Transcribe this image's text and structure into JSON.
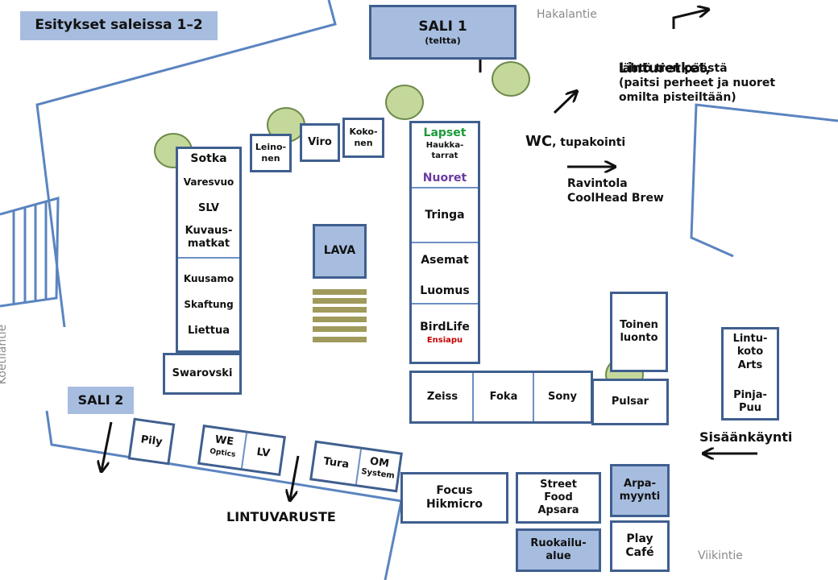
{
  "title": "Esitykset saleissa 1–2",
  "roads": {
    "hakalantie": "Hakalantie",
    "koetilantie": "Koetilantie",
    "viikintie": "Viikintie"
  },
  "halls": {
    "sali1": {
      "name": "SALI 1",
      "sub": "(teltta)"
    },
    "sali2": {
      "name": "SALI 2"
    }
  },
  "stage": "LAVA",
  "labels": {
    "linturetket_title": "Linturetket,",
    "linturetket_sub": "lähtö tien päästä\n(paitsi perheet ja nuoret\nomilta pisteiltään)",
    "wc_big": "WC",
    "wc_small": ", tupakointi",
    "ravintola": "Ravintola\nCoolHead Brew",
    "sisaankaynti": "Sisäänkäynti",
    "lintuvaruste": "LINTUVARUSTE"
  },
  "stands": {
    "sotka": "Sotka",
    "varesvuo": "Varesvuo",
    "slv": "SLV",
    "kuvausmatkat": "Kuvaus-\nmatkat",
    "kuusamo": "Kuusamo",
    "skaftung": "Skaftung",
    "liettua": "Liettua",
    "swarovski": "Swarovski",
    "leinonen": "Leino-\nnen",
    "viro": "Viro",
    "kokonen": "Koko-\nnen",
    "lapset": "Lapset",
    "haukkatarrat": "Haukka-\ntarrat",
    "nuoret": "Nuoret",
    "tringa": "Tringa",
    "asemat": "Asemat",
    "luomus": "Luomus",
    "birdlife": "BirdLife",
    "ensiapu": "Ensiapu",
    "zeiss": "Zeiss",
    "foka": "Foka",
    "sony": "Sony",
    "pulsar": "Pulsar",
    "toinen_luonto": "Toinen\nluonto",
    "lintukoto": "Lintu-\nkoto\nArts",
    "pinjapuu": "Pinja-\nPuu",
    "pily": "Pily",
    "we": "WE",
    "we_sub": "Optics",
    "lv": "LV",
    "tura": "Tura",
    "om": "OM",
    "om_sub": "System",
    "focus": "Focus\nHikmicro",
    "streetfood": "Street\nFood\nApsara",
    "arpamyynti": "Arpa-\nmyynti",
    "ruokailualue": "Ruokailu-\nalue",
    "playcafe": "Play\nCafé"
  },
  "colors": {
    "box_border": "#3f5f8f",
    "hall_fill": "#a7bde0",
    "lapset": "#1a9a3a",
    "nuoret": "#6a3aa0",
    "ensiapu": "#c00000",
    "tree": "#c5d89b",
    "stage_steps": "#a09a5c"
  }
}
